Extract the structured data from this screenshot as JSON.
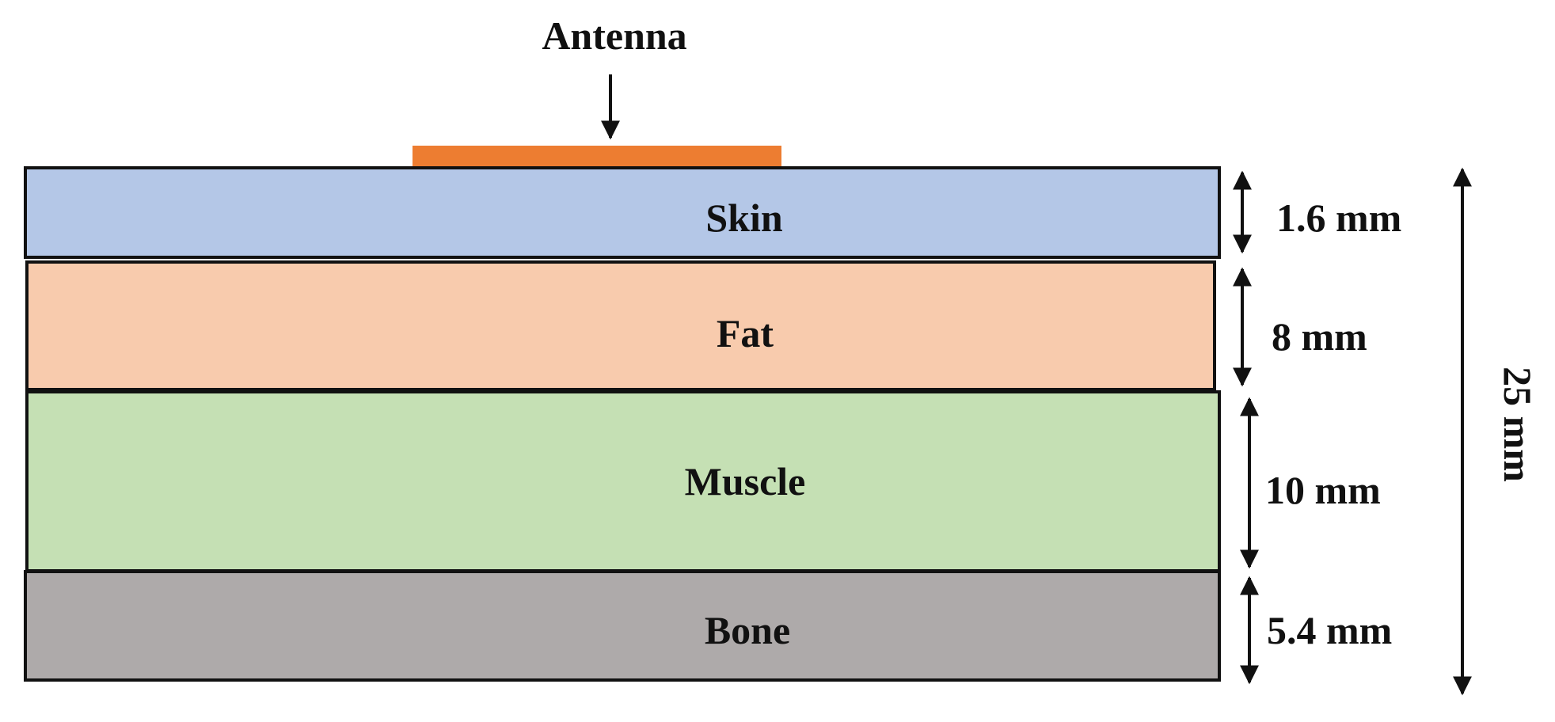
{
  "diagram": {
    "antenna": {
      "label": "Antenna",
      "color": "#ED7D31"
    },
    "layers": [
      {
        "id": "skin",
        "label": "Skin",
        "thickness": "1.6 mm",
        "color": "#B4C7E7"
      },
      {
        "id": "fat",
        "label": "Fat",
        "thickness": "8 mm",
        "color": "#F8CBAD"
      },
      {
        "id": "muscle",
        "label": "Muscle",
        "thickness": "10 mm",
        "color": "#C5E0B4"
      },
      {
        "id": "bone",
        "label": "Bone",
        "thickness": "5.4 mm",
        "color": "#AEAAAA"
      }
    ],
    "total_thickness": "25 mm"
  }
}
